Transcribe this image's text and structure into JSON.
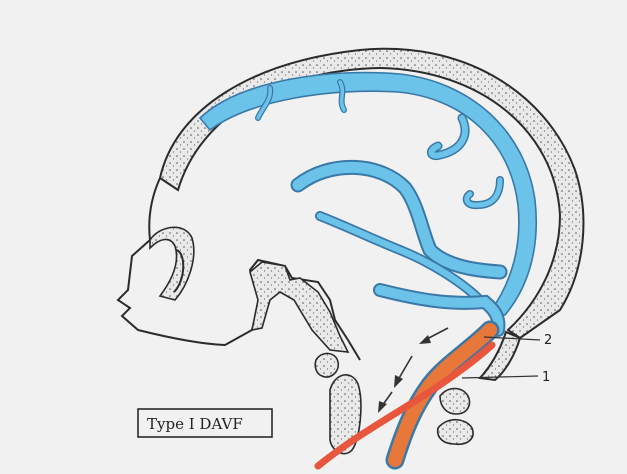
{
  "diagram": {
    "box_label": "Type I DAVF",
    "callouts": [
      "2",
      "1"
    ],
    "colors": {
      "background": "#f1f1f1",
      "skull_outline": "#2b2b2b",
      "skull_fill": "#e6e6e6",
      "vein_fill": "#6cc3ea",
      "vein_outline": "#3a78a8",
      "artery": "#e8563e",
      "sinus_orange": "#e8773a"
    },
    "icons": [
      "flow-arrow",
      "flow-arrow",
      "flow-arrow"
    ]
  }
}
